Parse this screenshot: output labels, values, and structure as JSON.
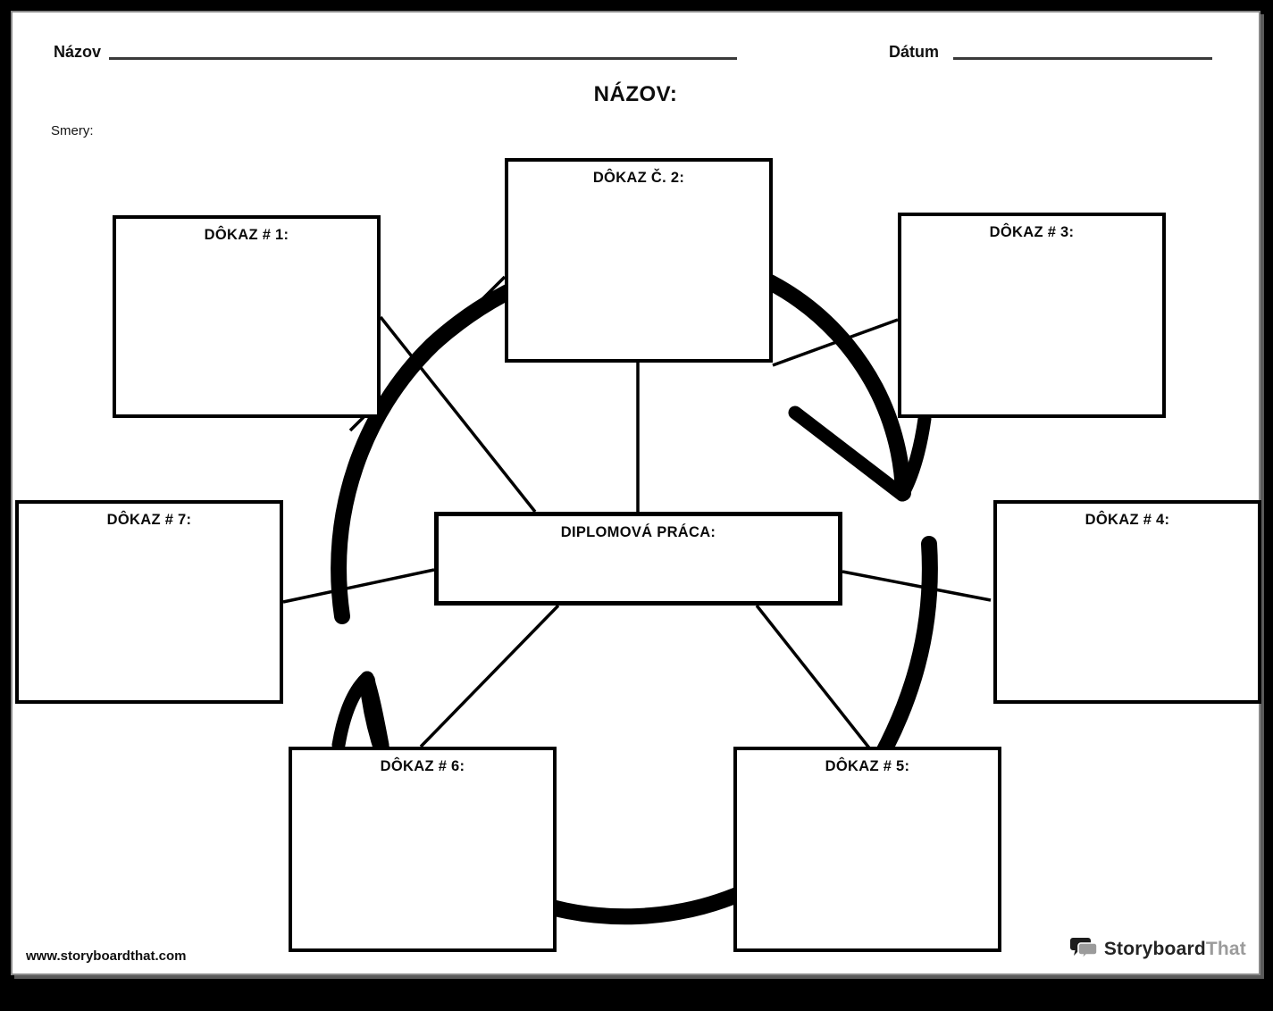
{
  "header": {
    "name_label": "Názov",
    "date_label": "Dátum"
  },
  "worksheet": {
    "title": "NÁZOV:",
    "directions_label": "Smery:"
  },
  "diagram": {
    "center_label": "DIPLOMOVÁ PRÁCA:",
    "boxes": [
      {
        "label": "DÔKAZ # 1:"
      },
      {
        "label": "DÔKAZ Č. 2:"
      },
      {
        "label": "DÔKAZ # 3:"
      },
      {
        "label": "DÔKAZ # 4:"
      },
      {
        "label": "DÔKAZ # 5:"
      },
      {
        "label": "DÔKAZ # 6:"
      },
      {
        "label": "DÔKAZ # 7:"
      }
    ]
  },
  "footer": {
    "website": "www.storyboardthat.com",
    "logo": {
      "primary": "Storyboard",
      "secondary": "That"
    }
  },
  "colors": {
    "ink": "#000000",
    "logo_gray": "#9b9b9b",
    "page_background": "#ffffff",
    "canvas_background": "#000000"
  }
}
